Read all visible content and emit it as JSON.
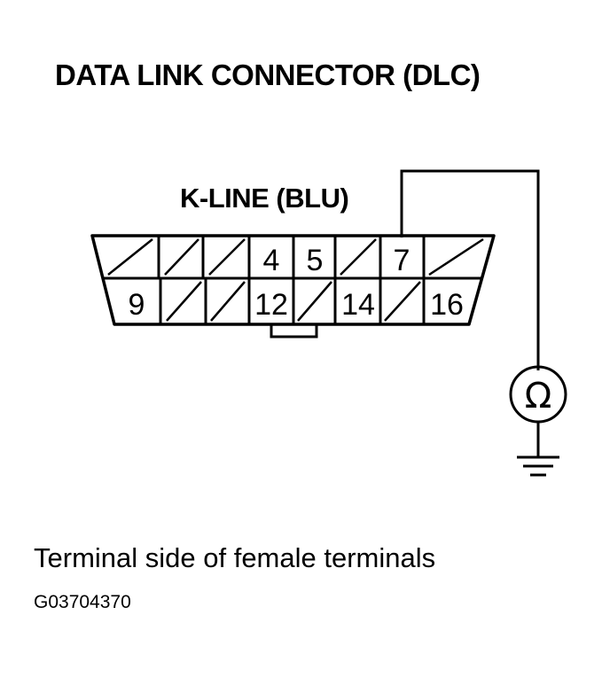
{
  "title": "DATA LINK CONNECTOR (DLC)",
  "wire_label": "K-LINE (BLU)",
  "caption": "Terminal side of female terminals",
  "figure_id": "G03704370",
  "meter_symbol": "Ω",
  "connector": {
    "top_row": [
      "",
      "",
      "",
      "4",
      "5",
      "",
      "7",
      ""
    ],
    "bottom_row": [
      "9",
      "",
      "",
      "12",
      "",
      "14",
      "",
      "16"
    ]
  }
}
